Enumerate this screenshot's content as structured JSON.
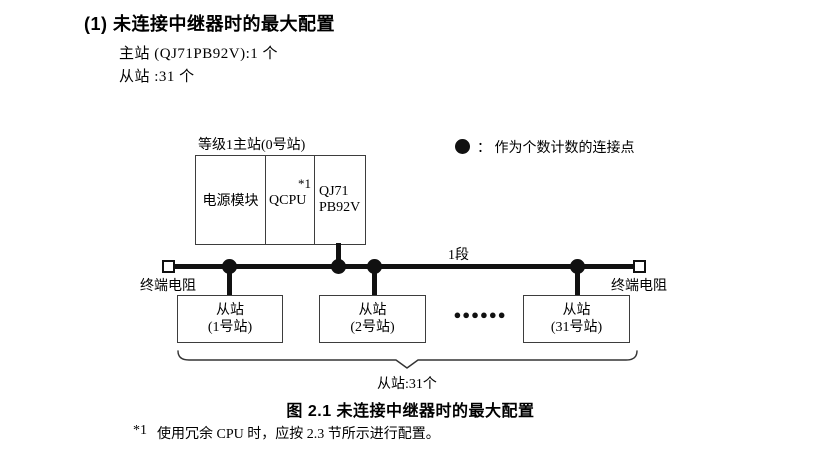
{
  "section": {
    "heading": "(1) 未连接中继器时的最大配置",
    "master_line": "主站 (QJ71PB92V):1 个",
    "slave_line": "从站 :31 个"
  },
  "legend": {
    "dot_icon": "connection-point-dot",
    "text": "： 作为个数计数的连接点"
  },
  "diagram": {
    "master_label": "等级1主站(0号站)",
    "master": {
      "power": "电源模块",
      "cpu": "QCPU",
      "cpu_note": "*1",
      "pb_line1": "QJ71",
      "pb_line2": "PB92V"
    },
    "segment_label": "1段",
    "terminator_left": "终端电阻",
    "terminator_right": "终端电阻",
    "slaves": [
      {
        "line1": "从站",
        "line2": "(1号站)"
      },
      {
        "line1": "从站",
        "line2": "(2号站)"
      },
      {
        "line1": "从站",
        "line2": "(31号站)"
      }
    ],
    "ellipsis": "●●●●●●",
    "slave_count_label": "从站:31个"
  },
  "caption": "图 2.1 未连接中继器时的最大配置",
  "footnote": {
    "marker": "*1",
    "text": "使用冗余 CPU 时，应按 2.3 节所示进行配置。"
  },
  "colors": {
    "line": "#111111",
    "border": "#3d3d3d",
    "background": "#ffffff",
    "text": "#000000"
  }
}
